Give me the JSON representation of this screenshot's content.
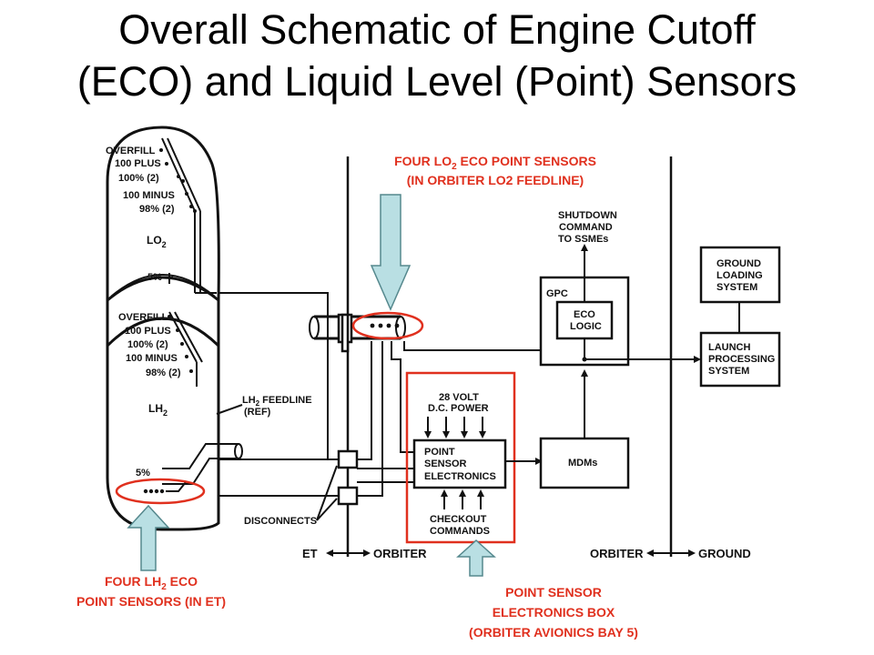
{
  "title": {
    "line1": "Overall Schematic of Engine Cutoff",
    "line2": "(ECO) and Liquid Level (Point) Sensors"
  },
  "tank": {
    "lo2_levels": [
      "OVERFILL",
      "100 PLUS",
      "100% (2)",
      "100 MINUS",
      "98% (2)"
    ],
    "lo2_name": "LO",
    "lo2_name_sub": "2",
    "lo2_low": "5%",
    "lh2_levels": [
      "OVERFILL",
      "100 PLUS",
      "100% (2)",
      "100 MINUS",
      "98% (2)"
    ],
    "lh2_name": "LH",
    "lh2_name_sub": "2",
    "lh2_low": "5%"
  },
  "labels": {
    "lh2_feedline_1": "LH",
    "lh2_feedline_sub": "2",
    "lh2_feedline_2": " FEEDLINE",
    "lh2_feedline_ref": "(REF)",
    "disconnects": "DISCONNECTS",
    "et": "ET",
    "orbiter_left": "ORBITER",
    "orbiter_right": "ORBITER",
    "ground": "GROUND",
    "shutdown": [
      "SHUTDOWN",
      "COMMAND",
      "TO SSMEs"
    ],
    "gpc": "GPC",
    "eco_logic": [
      "ECO",
      "LOGIC"
    ],
    "ground_loading": [
      "GROUND",
      "LOADING",
      "SYSTEM"
    ],
    "launch_processing": [
      "LAUNCH",
      "PROCESSING",
      "SYSTEM"
    ],
    "power": [
      "28 VOLT",
      "D.C. POWER"
    ],
    "point_sensor_electronics": [
      "POINT",
      "SENSOR",
      "ELECTRONICS"
    ],
    "checkout": [
      "CHECKOUT",
      "COMMANDS"
    ],
    "mdms": "MDMs"
  },
  "callouts": {
    "lo2_line1_a": "FOUR LO",
    "lo2_line1_sub": "2",
    "lo2_line1_b": " ECO POINT SENSORS",
    "lo2_line2": "(IN ORBITER LO2 FEEDLINE)",
    "lh2_line1_a": "FOUR  LH",
    "lh2_line1_sub": "2",
    "lh2_line1_b": " ECO",
    "lh2_line2": "POINT SENSORS (IN ET)",
    "box_line1": "POINT SENSOR",
    "box_line2": "ELECTRONICS BOX",
    "box_line3": "(ORBITER AVIONICS BAY 5)"
  },
  "colors": {
    "highlight_red": "#e0301e",
    "arrow_fill": "#b9dfe3",
    "arrow_stroke": "#55888d"
  }
}
